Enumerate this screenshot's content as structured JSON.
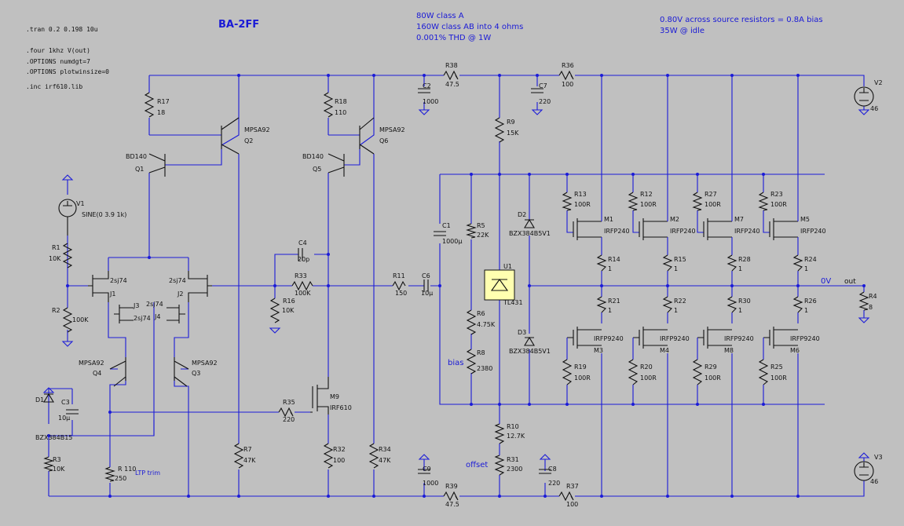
{
  "title": "BA-2FF",
  "directives": [
    ".tran 0.2 0.198 10u",
    ".four 1khz V(out)",
    ".OPTIONS numdgt=7",
    ".OPTIONS plotwinsize=0",
    ".inc irf610.lib"
  ],
  "notes_center": [
    "80W class A",
    "160W class AB into 4 ohms",
    "0.001% THD @ 1W"
  ],
  "notes_right": [
    "0.80V across source resistors = 0.8A bias",
    "35W @ idle"
  ],
  "net_labels": {
    "zero_v": "0V",
    "out": "out",
    "bias": "bias",
    "offset": "offset",
    "ltp_trim": "LTP trim"
  },
  "components": {
    "R17": {
      "name": "R17",
      "value": "18"
    },
    "R18": {
      "name": "R18",
      "value": "110"
    },
    "R38": {
      "name": "R38",
      "value": "47.5"
    },
    "R36": {
      "name": "R36",
      "value": "100"
    },
    "R39": {
      "name": "R39",
      "value": "47.5"
    },
    "R37": {
      "name": "R37",
      "value": "100"
    },
    "C2": {
      "name": "C2",
      "value": "1000"
    },
    "C7": {
      "name": "C7",
      "value": "220"
    },
    "C9": {
      "name": "C9",
      "value": "1000"
    },
    "C8": {
      "name": "C8",
      "value": "220"
    },
    "V1": {
      "name": "V1",
      "value": "SINE(0 3.9 1k)"
    },
    "V2": {
      "name": "V2",
      "value": "46"
    },
    "V3": {
      "name": "V3",
      "value": "46"
    },
    "Q1": {
      "name": "Q1",
      "value": "BD140"
    },
    "Q2": {
      "name": "Q2",
      "value": "MPSA92"
    },
    "Q5": {
      "name": "Q5",
      "value": "BD140"
    },
    "Q6": {
      "name": "Q6",
      "value": "MPSA92"
    },
    "Q4": {
      "name": "Q4",
      "value": "MPSA92"
    },
    "Q3": {
      "name": "Q3",
      "value": "MPSA92"
    },
    "J1": {
      "name": "J1",
      "value": "2sj74"
    },
    "J2": {
      "name": "J2",
      "value": "2sj74"
    },
    "J3": {
      "name": "J3",
      "value": "2sj74"
    },
    "J4": {
      "name": "J4",
      "value": "2sj74"
    },
    "R1": {
      "name": "R1",
      "value": "10K"
    },
    "R2": {
      "name": "R2",
      "value": "100K"
    },
    "R3": {
      "name": "R3",
      "value": "10K"
    },
    "R110": {
      "name": "R 110",
      "value": "250"
    },
    "D1": {
      "name": "D1",
      "value": "BZX384B15"
    },
    "C3": {
      "name": "C3",
      "value": "10µ"
    },
    "C4": {
      "name": "C4",
      "value": "20p"
    },
    "R33": {
      "name": "R33",
      "value": "100K"
    },
    "R16": {
      "name": "R16",
      "value": "10K"
    },
    "R11": {
      "name": "R11",
      "value": "150"
    },
    "C6": {
      "name": "C6",
      "value": "10µ"
    },
    "R35": {
      "name": "R35",
      "value": "220"
    },
    "M9": {
      "name": "M9",
      "value": "IRF610"
    },
    "R7": {
      "name": "R7",
      "value": "47K"
    },
    "R32": {
      "name": "R32",
      "value": "100"
    },
    "R34": {
      "name": "R34",
      "value": "47K"
    },
    "R9": {
      "name": "R9",
      "value": "15K"
    },
    "C1": {
      "name": "C1",
      "value": "1000µ"
    },
    "R5": {
      "name": "R5",
      "value": "22K"
    },
    "R6": {
      "name": "R6",
      "value": "4.75K"
    },
    "R8": {
      "name": "R8",
      "value": "2380"
    },
    "D2": {
      "name": "D2",
      "value": "BZX384B5V1"
    },
    "D3": {
      "name": "D3",
      "value": "BZX384B5V1"
    },
    "U1": {
      "name": "U1",
      "value": "TL431"
    },
    "R10": {
      "name": "R10",
      "value": "12.7K"
    },
    "R31": {
      "name": "R31",
      "value": "2300"
    },
    "R13": {
      "name": "R13",
      "value": "100R"
    },
    "R12": {
      "name": "R12",
      "value": "100R"
    },
    "R27": {
      "name": "R27",
      "value": "100R"
    },
    "R23": {
      "name": "R23",
      "value": "100R"
    },
    "R19": {
      "name": "R19",
      "value": "100R"
    },
    "R20": {
      "name": "R20",
      "value": "100R"
    },
    "R29": {
      "name": "R29",
      "value": "100R"
    },
    "R25": {
      "name": "R25",
      "value": "100R"
    },
    "M1": {
      "name": "M1",
      "value": "IRFP240"
    },
    "M2": {
      "name": "M2",
      "value": "IRFP240"
    },
    "M7": {
      "name": "M7",
      "value": "IRFP240"
    },
    "M5": {
      "name": "M5",
      "value": "IRFP240"
    },
    "M3": {
      "name": "M3",
      "value": "IRFP9240"
    },
    "M4": {
      "name": "M4",
      "value": "IRFP9240"
    },
    "M8": {
      "name": "M8",
      "value": "IRFP9240"
    },
    "M6": {
      "name": "M6",
      "value": "IRFP9240"
    },
    "R14": {
      "name": "R14",
      "value": "1"
    },
    "R15": {
      "name": "R15",
      "value": "1"
    },
    "R28": {
      "name": "R28",
      "value": "1"
    },
    "R24": {
      "name": "R24",
      "value": "1"
    },
    "R21": {
      "name": "R21",
      "value": "1"
    },
    "R22": {
      "name": "R22",
      "value": "1"
    },
    "R30": {
      "name": "R30",
      "value": "1"
    },
    "R26": {
      "name": "R26",
      "value": "1"
    },
    "R4": {
      "name": "R4",
      "value": "8"
    }
  }
}
